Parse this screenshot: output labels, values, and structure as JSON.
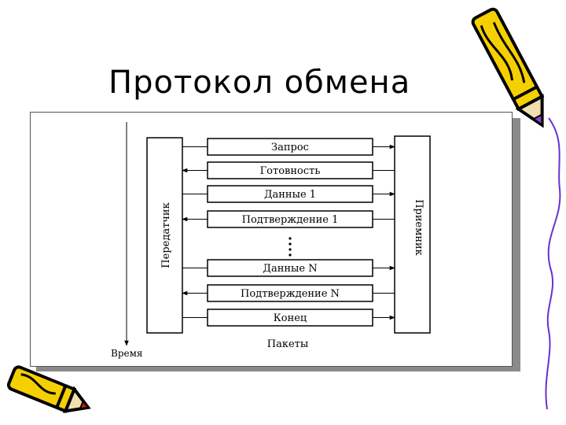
{
  "title": "Протокол обмена",
  "diagram": {
    "sender_label": "Передатчик",
    "receiver_label": "Приемник",
    "time_label": "Время",
    "packets_label": "Пакеты",
    "packets": [
      {
        "label": "Запрос",
        "direction": "to-receiver"
      },
      {
        "label": "Готовность",
        "direction": "to-sender"
      },
      {
        "label": "Данные 1",
        "direction": "to-receiver"
      },
      {
        "label": "Подтверждение 1",
        "direction": "to-sender"
      },
      {
        "label": "Данные N",
        "direction": "to-receiver"
      },
      {
        "label": "Подтверждение N",
        "direction": "to-sender"
      },
      {
        "label": "Конец",
        "direction": "to-receiver"
      }
    ]
  },
  "decorations": {
    "pencil_top_right": "pencil-icon",
    "pencil_bottom_left": "pencil-icon",
    "squiggle_right": "squiggle-line"
  },
  "colors": {
    "pencil_yellow": "#f5d000",
    "pencil_outline": "#000000",
    "pencil_tip": "#8a3fd0",
    "squiggle": "#6633cc"
  }
}
